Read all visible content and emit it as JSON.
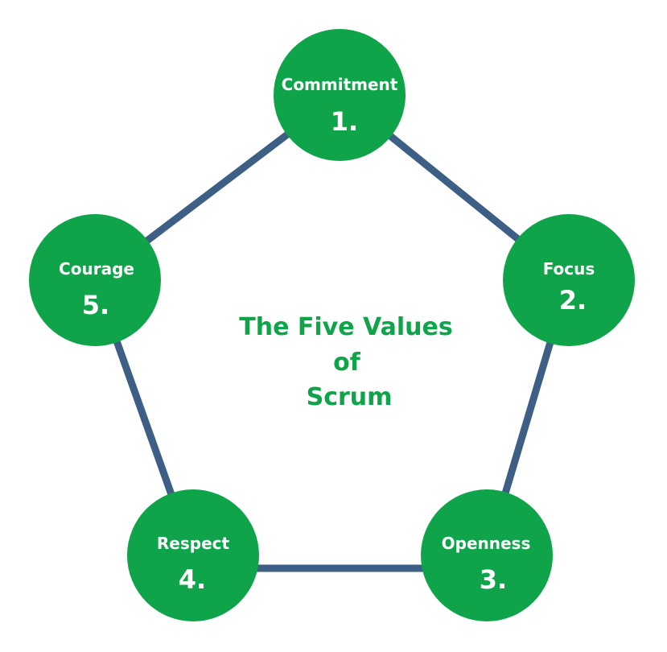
{
  "diagram": {
    "title_lines": [
      "The Five Values",
      "of",
      "Scrum"
    ],
    "colors": {
      "node_fill": "#0fa34a",
      "node_text": "#ffffff",
      "edge": "#3d5f85",
      "title": "#0fa34a"
    },
    "nodes": [
      {
        "label": "Commitment",
        "number": "1."
      },
      {
        "label": "Focus",
        "number": "2."
      },
      {
        "label": "Openness",
        "number": "3."
      },
      {
        "label": "Respect",
        "number": "4."
      },
      {
        "label": "Courage",
        "number": "5."
      }
    ]
  }
}
